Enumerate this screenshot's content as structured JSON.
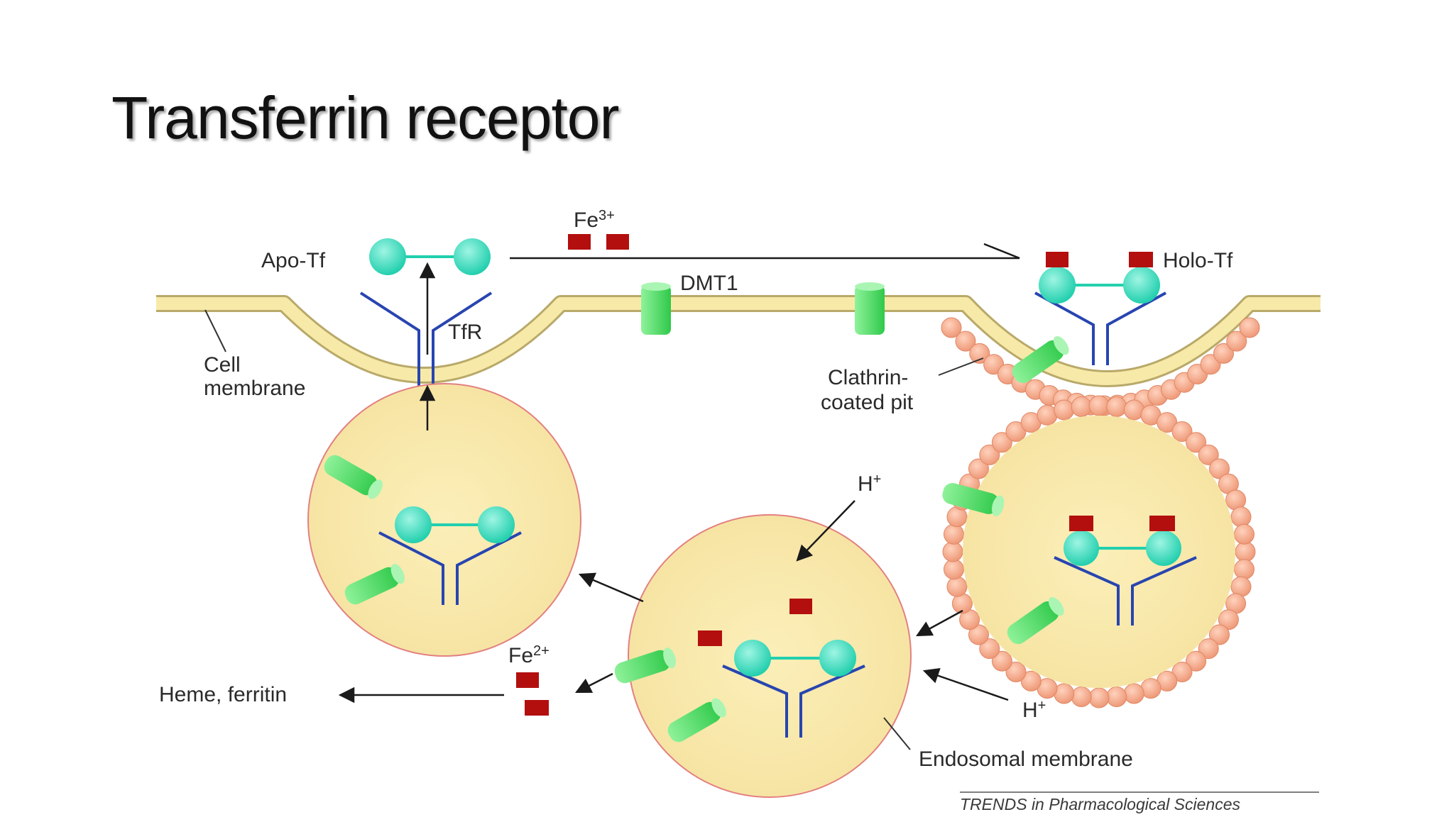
{
  "slide": {
    "title": "Transferrin receptor"
  },
  "labels": {
    "apo_tf": "Apo-Tf",
    "fe3": "Fe",
    "fe3_charge": "3+",
    "holo_tf": "Holo-Tf",
    "dmt1": "DMT1",
    "tfr": "TfR",
    "cell_membrane_1": "Cell",
    "cell_membrane_2": "membrane",
    "clathrin_1": "Clathrin-",
    "clathrin_2": "coated pit",
    "h_plus_top": "H",
    "h_plus_bottom": "H",
    "h_charge": "+",
    "fe2": "Fe",
    "fe2_charge": "2+",
    "heme_ferritin": "Heme, ferritin",
    "endosomal_membrane": "Endosomal membrane",
    "credit": "TRENDS in Pharmacological Sciences"
  },
  "colors": {
    "membrane_fill": "#f7eaa8",
    "membrane_edge": "#b9a96a",
    "transferrin": "#3fe3c2",
    "receptor": "#2845b0",
    "iron": "#b30f0f",
    "dmt1": "#3fdc55",
    "clathrin": "#f3a98a",
    "vesicle_edge": "#e38080",
    "arrow": "#1a1a1a"
  }
}
